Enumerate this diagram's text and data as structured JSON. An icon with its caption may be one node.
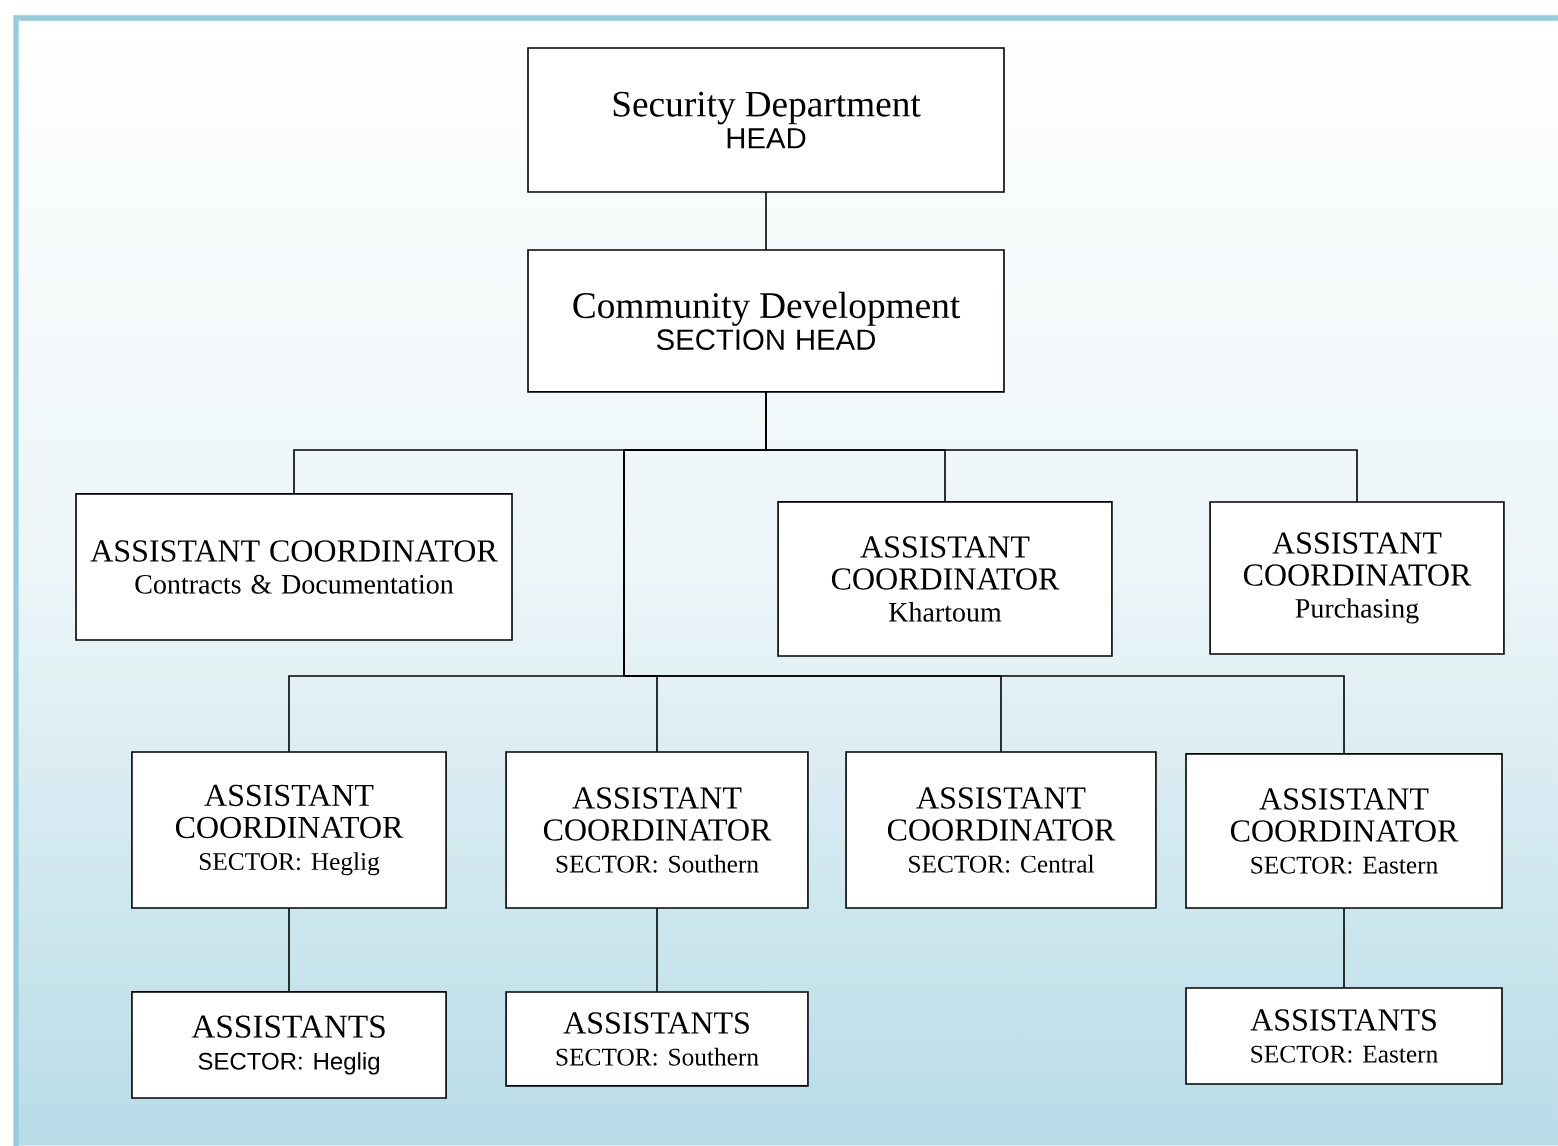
{
  "diagram": {
    "nodes": [
      {
        "text": [
          "Security Department",
          "HEAD"
        ]
      },
      {
        "text": [
          "Community Development",
          "SECTION HEAD"
        ]
      },
      {
        "text": [
          "ASSISTANT COORDINATOR",
          "Contracts & Documentation"
        ]
      },
      {
        "text": [
          "ASSISTANT COORDINATOR",
          "Khartoum"
        ]
      },
      {
        "text": [
          "ASSISTANT COORDINATOR",
          "Purchasing"
        ]
      },
      {
        "text": [
          "ASSISTANT COORDINATOR",
          "SECTOR: Heglig"
        ]
      },
      {
        "text": [
          "ASSISTANT COORDINATOR",
          "SECTOR: Southern"
        ]
      },
      {
        "text": [
          "ASSISTANT COORDINATOR",
          "SECTOR: Central"
        ]
      },
      {
        "text": [
          "ASSISTANT COORDINATOR",
          "SECTOR: Eastern"
        ]
      },
      {
        "text": [
          "ASSISTANTS",
          "SECTOR: Heglig"
        ]
      },
      {
        "text": [
          "ASSISTANTS",
          "SECTOR: Southern"
        ]
      },
      {
        "text": [
          "ASSISTANTS",
          "SECTOR: Eastern"
        ]
      }
    ],
    "edges": [
      {
        "from": 0,
        "to": 1,
        "arrow": "none"
      },
      {
        "from": 1,
        "to": 2,
        "arrow": "none"
      },
      {
        "from": 1,
        "to": 3,
        "arrow": "none"
      },
      {
        "from": 1,
        "to": 4,
        "arrow": "none"
      },
      {
        "from": 1,
        "to": 5,
        "arrow": "none"
      },
      {
        "from": 1,
        "to": 6,
        "arrow": "none"
      },
      {
        "from": 1,
        "to": 7,
        "arrow": "none"
      },
      {
        "from": 1,
        "to": 8,
        "arrow": "none"
      },
      {
        "from": 5,
        "to": 9,
        "arrow": "none"
      },
      {
        "from": 6,
        "to": 10,
        "arrow": "none"
      },
      {
        "from": 8,
        "to": 11,
        "arrow": "none"
      }
    ]
  }
}
